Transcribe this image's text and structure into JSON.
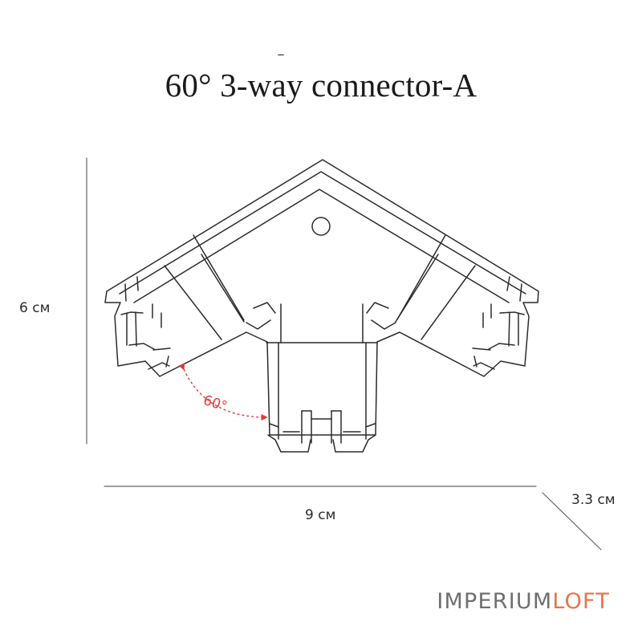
{
  "title_accent_mark": "–",
  "title": "60° 3-way connector-A",
  "angle_label": "60°",
  "dimensions": {
    "height": "6 см",
    "width": "9 см",
    "depth": "3.3 см"
  },
  "brand": {
    "part1": "IMPERIUM",
    "part2": "LOFT",
    "part1_color": "#6f6f6f",
    "part2_color": "#e8734a"
  }
}
